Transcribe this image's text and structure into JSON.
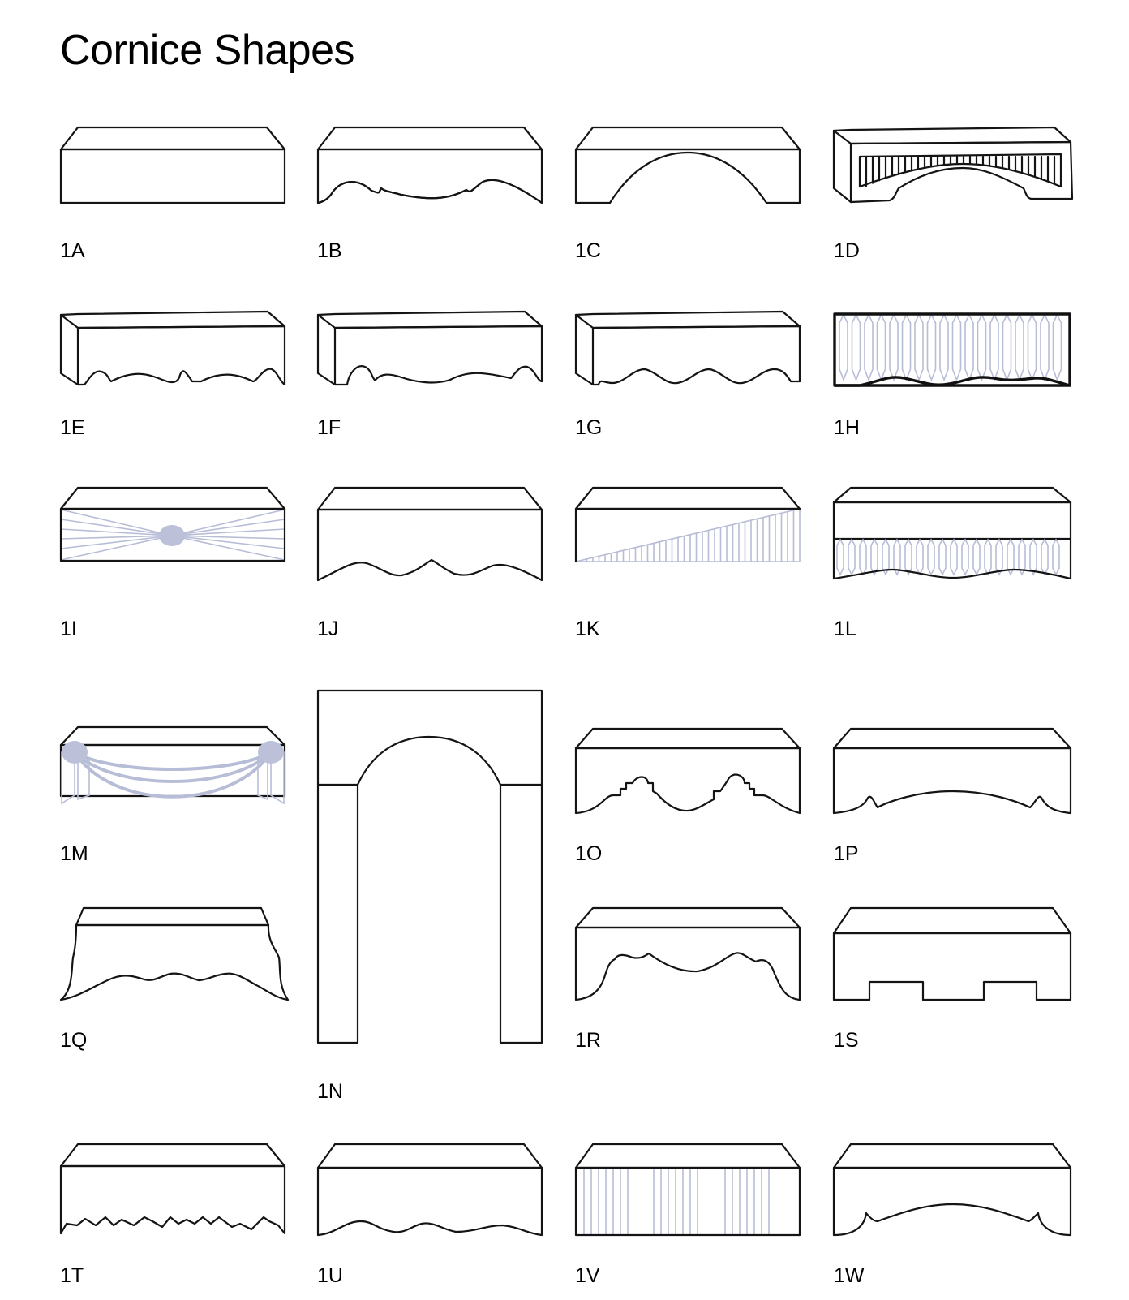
{
  "title": "Cornice Shapes",
  "colors": {
    "outline": "#141414",
    "fabric": "#b7bdd6"
  },
  "shapes": [
    {
      "label": "1A"
    },
    {
      "label": "1B"
    },
    {
      "label": "1C"
    },
    {
      "label": "1D"
    },
    {
      "label": "1E"
    },
    {
      "label": "1F"
    },
    {
      "label": "1G"
    },
    {
      "label": "1H"
    },
    {
      "label": "1I"
    },
    {
      "label": "1J"
    },
    {
      "label": "1K"
    },
    {
      "label": "1L"
    },
    {
      "label": "1M"
    },
    {
      "label": "1N"
    },
    {
      "label": "1O"
    },
    {
      "label": "1P"
    },
    {
      "label": "1Q"
    },
    {
      "label": "1R"
    },
    {
      "label": "1S"
    },
    {
      "label": "1T"
    },
    {
      "label": "1U"
    },
    {
      "label": "1V"
    },
    {
      "label": "1W"
    }
  ]
}
